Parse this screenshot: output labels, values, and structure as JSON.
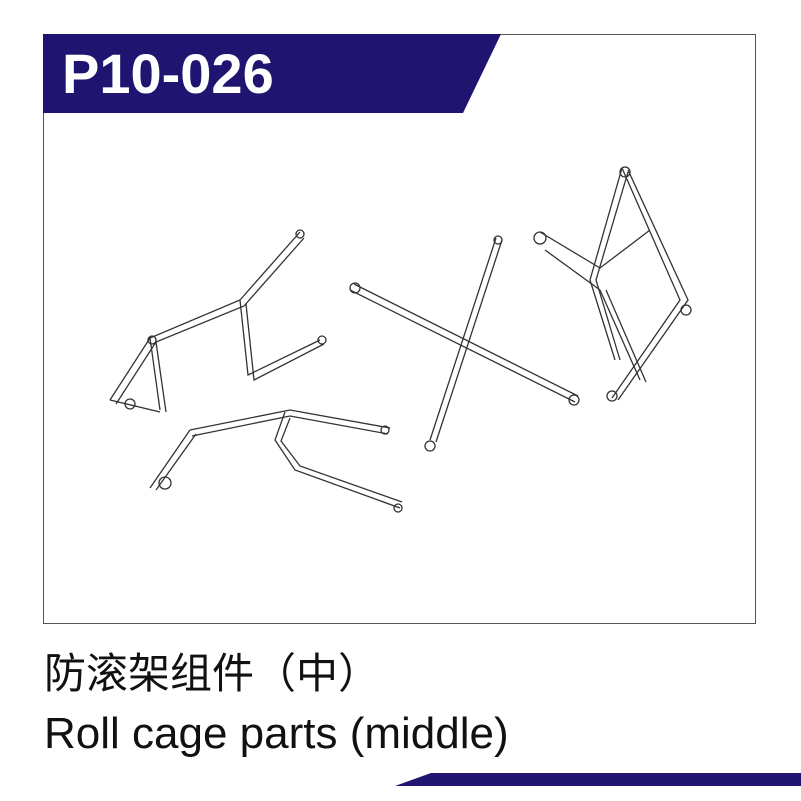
{
  "part_number": "P10-026",
  "title_cn": "防滚架组件（中）",
  "title_en": "Roll cage parts (middle)",
  "colors": {
    "brand": "#1f1570",
    "frame": "#555555"
  }
}
